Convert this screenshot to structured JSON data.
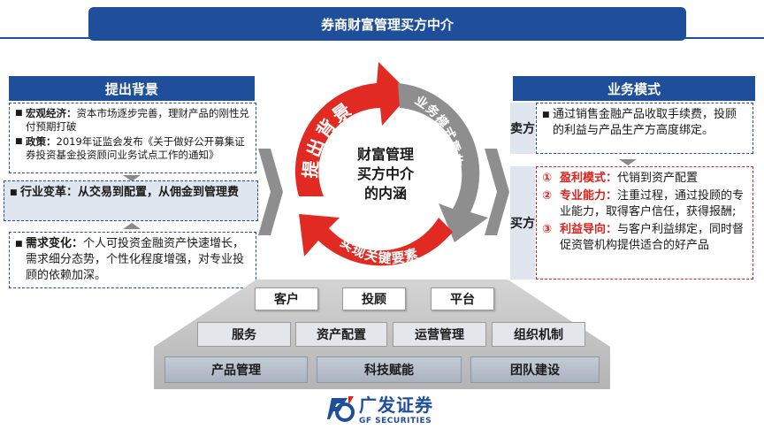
{
  "title": "券商财富管理买方中介",
  "left": {
    "header": "提出背景",
    "background_items": [
      {
        "label": "宏观经济：",
        "text": "资本市场逐步完善，理财产品的刚性兑付预期打破"
      },
      {
        "label": "政策：",
        "text": "2019年证监会发布《关于做好公开募集证券投资基金投资顾问业务试点工作的通知》"
      }
    ],
    "industry": {
      "label": "行业变革：",
      "text": "从交易到配置，从佣金到管理费"
    },
    "demand": {
      "label": "需求变化：",
      "text": "个人可投资金融资产快速增长，需求细分态势，个性化程度增强，对专业投顾的依赖加深。"
    }
  },
  "cycle": {
    "center": [
      "财富管理",
      "买方中介",
      "的内涵"
    ],
    "arc_background": "提出背景",
    "arc_business": "业务模式重构",
    "arc_elements": "实现关键要素"
  },
  "right": {
    "header": "业务模式",
    "seller_label": "卖方",
    "seller_text": "通过销售金融产品收取手续费，投顾的利益与产品生产方高度绑定。",
    "buyer_label": "买方",
    "buyer_items": [
      {
        "num": "①",
        "label": "盈利模式：",
        "text": "代销到资产配置"
      },
      {
        "num": "②",
        "label": "专业能力：",
        "text": "注重过程，通过投顾的专业能力，取得客户信任，获得报酬;"
      },
      {
        "num": "③",
        "label": "利益导向：",
        "text": "与客户利益绑定，同时督促资管机构提供适合的好产品"
      }
    ]
  },
  "pyramid": {
    "row1": [
      "客户",
      "投顾",
      "平台"
    ],
    "row2": [
      "服务",
      "资产配置",
      "运营管理",
      "组织机制"
    ],
    "row3": [
      "产品管理",
      "科技赋能",
      "团队建设"
    ]
  },
  "logo": {
    "cn": "广发证券",
    "en": "GF SECURITIES"
  },
  "colors": {
    "brand_blue": "#1f4e9a",
    "accent_red": "#d9231c",
    "arrow_gray": "#8a8a8a"
  }
}
